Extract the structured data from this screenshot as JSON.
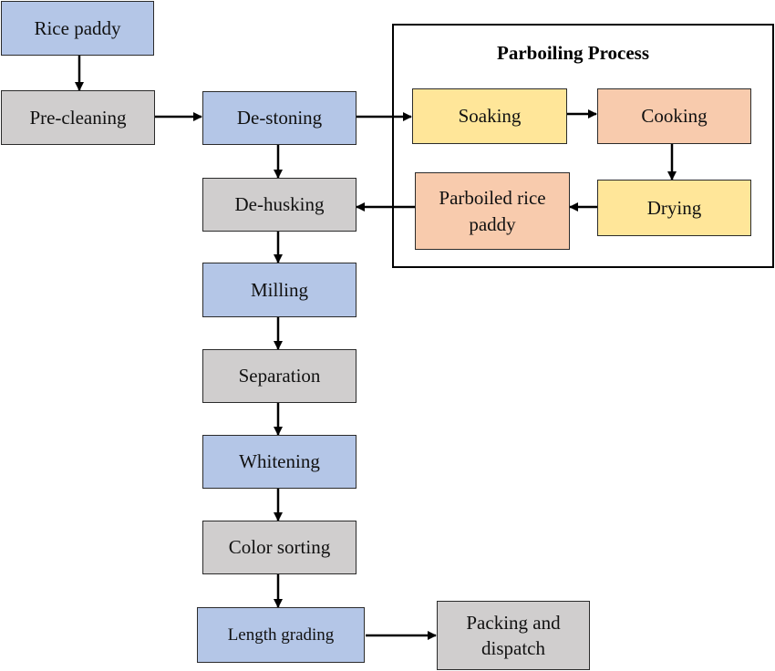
{
  "parboiling": {
    "title": "Parboiling Process"
  },
  "nodes": {
    "rice_paddy": "Rice paddy",
    "pre_cleaning": "Pre-cleaning",
    "de_stoning": "De-stoning",
    "de_husking": "De-husking",
    "milling": "Milling",
    "separation": "Separation",
    "whitening": "Whitening",
    "color_sorting": "Color sorting",
    "length_grading": "Length grading",
    "packing_dispatch": "Packing and dispatch",
    "soaking": "Soaking",
    "cooking": "Cooking",
    "drying": "Drying",
    "parboiled_rice_paddy": "Parboiled rice paddy"
  },
  "colors": {
    "main_step": "#b4c6e7",
    "auxiliary_step": "#d0cece",
    "parboil_step_a": "#ffe699",
    "parboil_step_b": "#f8cbad",
    "arrow": "#000000"
  }
}
